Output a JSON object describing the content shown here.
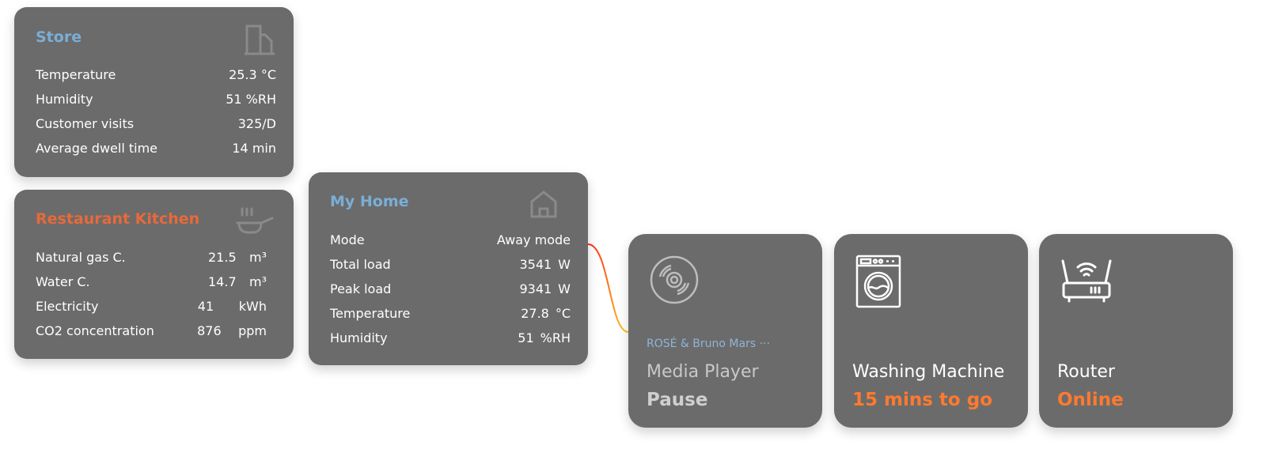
{
  "colors": {
    "blue_title": "#7aaed6",
    "orange_title": "#e8693a",
    "status_orange": "#ff7a2f",
    "connector_start": "#ff2a1a",
    "connector_end": "#ffc21a"
  },
  "store": {
    "title": "Store",
    "icon": "building-icon",
    "rows": [
      {
        "label": "Temperature",
        "value": "25.3 °C"
      },
      {
        "label": "Humidity",
        "value": "51 %RH"
      },
      {
        "label": "Customer visits",
        "value": "325/D"
      },
      {
        "label": "Average dwell time",
        "value": "14 min"
      }
    ]
  },
  "kitchen": {
    "title": "Restaurant Kitchen",
    "icon": "frying-pan-icon",
    "rows": [
      {
        "label": "Natural gas C.",
        "value": "21.5",
        "unit": "m³"
      },
      {
        "label": "Water C.",
        "value": "14.7",
        "unit": "m³"
      },
      {
        "label": "Electricity",
        "value": "41",
        "unit": "kWh"
      },
      {
        "label": "CO2 concentration",
        "value": "876",
        "unit": "ppm"
      }
    ]
  },
  "home": {
    "title": "My Home",
    "icon": "house-icon",
    "rows": [
      {
        "label": "Mode",
        "value": "Away mode",
        "unit": ""
      },
      {
        "label": "Total load",
        "value": "3541",
        "unit": "W"
      },
      {
        "label": "Peak load",
        "value": "9341",
        "unit": "W"
      },
      {
        "label": "Temperature",
        "value": "27.8",
        "unit": "°C"
      },
      {
        "label": "Humidity",
        "value": "51",
        "unit": "%RH"
      }
    ]
  },
  "devices": [
    {
      "icon": "vinyl-disc-icon",
      "subtitle": "ROSÉ & Bruno Mars ···",
      "name": "Media Player",
      "status": "Pause"
    },
    {
      "icon": "washing-machine-icon",
      "name": "Washing Machine",
      "status": "15 mins to go"
    },
    {
      "icon": "router-icon",
      "name": "Router",
      "status": "Online"
    }
  ]
}
